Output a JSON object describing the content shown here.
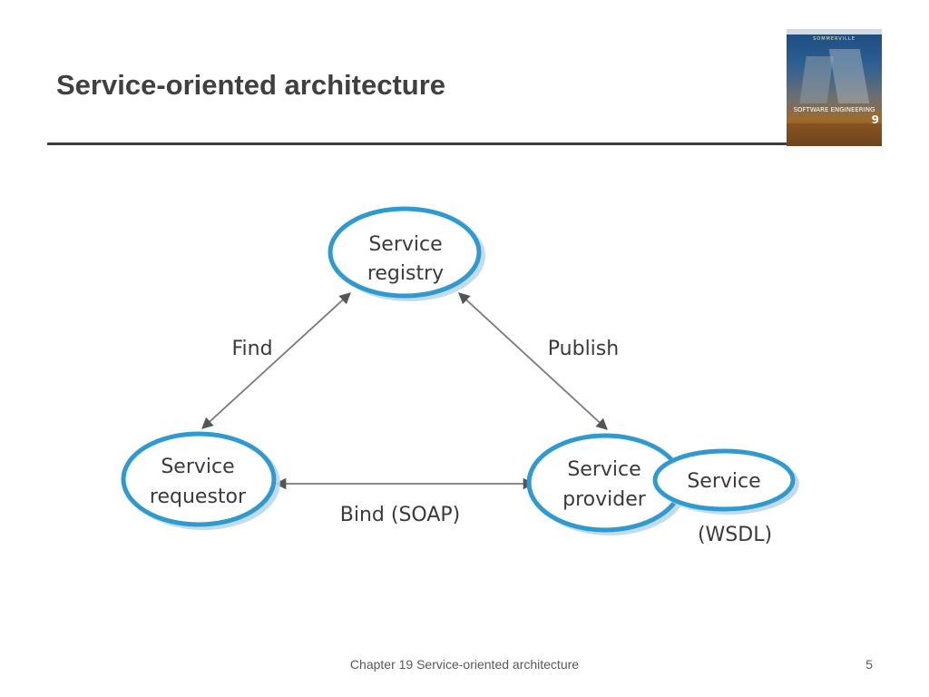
{
  "slide": {
    "title": "Service-oriented architecture",
    "footer": "Chapter 19 Service-oriented architecture",
    "page_number": "5"
  },
  "cover": {
    "author": "SOMMERVILLE",
    "subject": "SOFTWARE ENGINEERING",
    "edition": "9"
  },
  "diagram": {
    "nodes": {
      "registry": [
        "Service",
        "registry"
      ],
      "requestor": [
        "Service",
        "requestor"
      ],
      "provider": [
        "Service",
        "provider"
      ],
      "service": "Service"
    },
    "edges": {
      "find": "Find",
      "publish": "Publish",
      "bind": "Bind (SOAP)"
    },
    "wsdl_label": "(WSDL)",
    "colors": {
      "ellipse_stroke": "#2e9ad0",
      "text": "#3a3a3a",
      "arrow": "#555555"
    }
  }
}
